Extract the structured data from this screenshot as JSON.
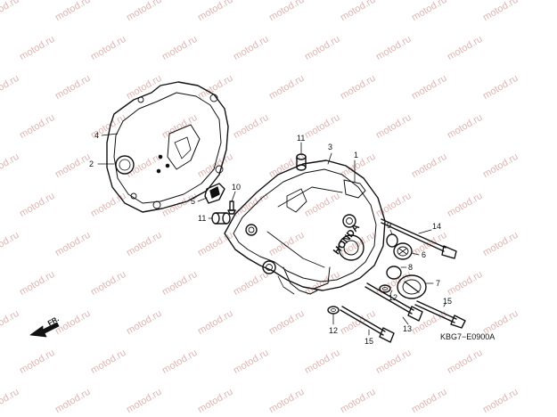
{
  "watermark": {
    "text": "motod.ru",
    "color": "#e0b4b4"
  },
  "diagram_code": "KBG7−E0900A",
  "direction_label": "FR.",
  "brand_on_cover": "HONDA",
  "callouts": [
    {
      "id": "c1",
      "label": "1"
    },
    {
      "id": "c2",
      "label": "2"
    },
    {
      "id": "c3",
      "label": "3"
    },
    {
      "id": "c4",
      "label": "4"
    },
    {
      "id": "c5",
      "label": "5"
    },
    {
      "id": "c6",
      "label": "6"
    },
    {
      "id": "c7",
      "label": "7"
    },
    {
      "id": "c8",
      "label": "8"
    },
    {
      "id": "c9",
      "label": "9"
    },
    {
      "id": "c10",
      "label": "10"
    },
    {
      "id": "c11a",
      "label": "11"
    },
    {
      "id": "c11b",
      "label": "11"
    },
    {
      "id": "c12a",
      "label": "12"
    },
    {
      "id": "c12b",
      "label": "12"
    },
    {
      "id": "c13",
      "label": "13"
    },
    {
      "id": "c14",
      "label": "14"
    },
    {
      "id": "c15a",
      "label": "15"
    },
    {
      "id": "c15b",
      "label": "15"
    }
  ]
}
